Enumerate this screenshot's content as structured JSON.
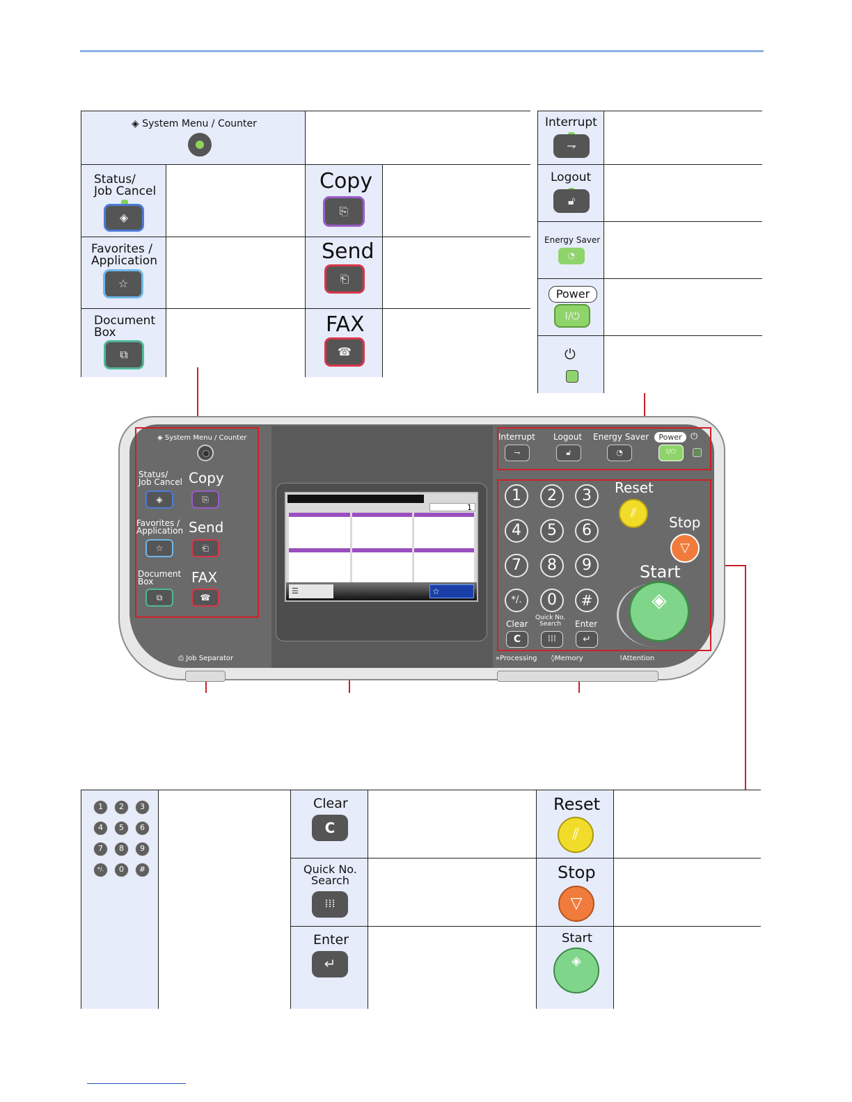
{
  "top_table": {
    "system_menu": "System Menu / Counter",
    "status_job_cancel": [
      "Status/",
      "Job Cancel"
    ],
    "copy": "Copy",
    "favorites_application": [
      "Favorites /",
      "Application"
    ],
    "send": "Send",
    "document_box": [
      "Document",
      "Box"
    ],
    "fax": "FAX"
  },
  "right_table": {
    "interrupt": "Interrupt",
    "logout": "Logout",
    "energy_saver": "Energy Saver",
    "power": "Power"
  },
  "panel": {
    "system_menu": "System Menu / Counter",
    "status": "Status/",
    "job_cancel": "Job Cancel",
    "copy": "Copy",
    "favorites": "Favorites /",
    "application": "Application",
    "send": "Send",
    "document": "Document",
    "box": "Box",
    "fax": "FAX",
    "job_separator": "Job Separator",
    "interrupt": "Interrupt",
    "logout": "Logout",
    "energy_saver": "Energy Saver",
    "power": "Power",
    "reset": "Reset",
    "stop": "Stop",
    "start": "Start",
    "clear": "Clear",
    "quick_no": "Quick No.",
    "search": "Search",
    "enter": "Enter",
    "processing": "Processing",
    "memory": "Memory",
    "attention": "Attention",
    "keys": [
      "1",
      "2",
      "3",
      "4",
      "5",
      "6",
      "7",
      "8",
      "9",
      "*/.",
      "0",
      "#"
    ],
    "screen_counter": "1"
  },
  "bottom_table": {
    "keys": [
      "1",
      "2",
      "3",
      "4",
      "5",
      "6",
      "7",
      "8",
      "9",
      "*/.",
      "0",
      "#"
    ],
    "clear": "Clear",
    "clear_key": "C",
    "quick_no": "Quick No.",
    "search": "Search",
    "enter": "Enter",
    "reset": "Reset",
    "stop": "Stop",
    "start": "Start"
  },
  "colors": {
    "accent_line": "#8eb3e6",
    "callout_red": "#c8202a",
    "cell_blue": "#e7ecfb",
    "led_green": "#7fd35a",
    "reset_yellow": "#f2dc2a",
    "stop_orange": "#f07b3c",
    "start_green": "#7fd68a"
  }
}
